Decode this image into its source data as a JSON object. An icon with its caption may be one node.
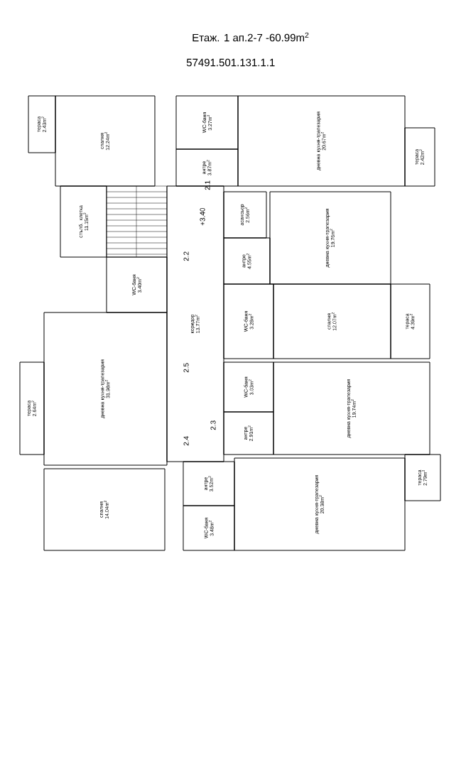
{
  "diagram": {
    "nodes": [
      {
        "text": [
          "тераса",
          "2.43m$^{2}$"
        ]
      },
      {
        "text": [
          "спалня",
          "12.24m$^{2}$"
        ]
      },
      {
        "text": [
          "WC-баня",
          "3.27m$^{2}$"
        ]
      },
      {
        "text": [
          "антре",
          "3.87m$^{2}$"
        ]
      },
      {
        "text": [
          "дневна кухня-трапезария",
          "20.67m$^{2}$"
        ]
      },
      {
        "text": [
          "тераса",
          "2.42m$^{2}$"
        ]
      },
      {
        "text": [
          "стълб. клетка",
          "11.15m$^{2}$"
        ]
      },
      {
        "text": [
          "коридор",
          "13.77m$^{2}$"
        ]
      },
      {
        "text": [
          "асансьор",
          "2.56m$^{2}$"
        ]
      },
      {
        "text": [
          "антре",
          "4.55m$^{2}$"
        ]
      },
      {
        "text": [
          "дневна кухня-трапезария",
          "19.76m$^{2}$"
        ]
      },
      {
        "text": [
          "WC-баня",
          "3.40m$^{2}$"
        ]
      },
      {
        "text": [
          "дневна кухня-трапезария",
          "31.98m$^{2}$"
        ]
      },
      {
        "text": [
          "тераса",
          "2.64m$^{2}$"
        ]
      },
      {
        "text": [
          "WC-баня",
          "3.28m$^{2}$"
        ]
      },
      {
        "text": [
          "спалня",
          "12.07m$^{2}$"
        ]
      },
      {
        "text": [
          "тераса",
          "4.39m$^{2}$"
        ]
      },
      {
        "text": [
          "WC-баня",
          "3.03m$^{2}$"
        ]
      },
      {
        "text": [
          "антре",
          "2.91m$^{2}$"
        ]
      },
      {
        "text": [
          "дневна кухня-трапезария",
          "19.74m$^{2}$"
        ]
      },
      {
        "text": [
          "спалня",
          "14.04m$^{2}$"
        ]
      },
      {
        "text": [
          "антре",
          "3.52m$^{2}$"
        ]
      },
      {
        "text": [
          "WC-баня",
          "3.48m$^{2}$"
        ]
      },
      {
        "text": [
          "дневна кухня-трапезария",
          "20.38m$^{2}$"
        ]
      },
      {
        "text": [
          "тераса",
          "2.79m$^{2}$"
        ]
      }
    ],
    "labels": [
      "Етаж. 1 ап.2-7 -60.99m$^{2}$",
      "57491.501.131.1.1",
      "2.1",
      "+3.40",
      "2.2",
      "2.5",
      "2.3",
      "2.4"
    ]
  }
}
